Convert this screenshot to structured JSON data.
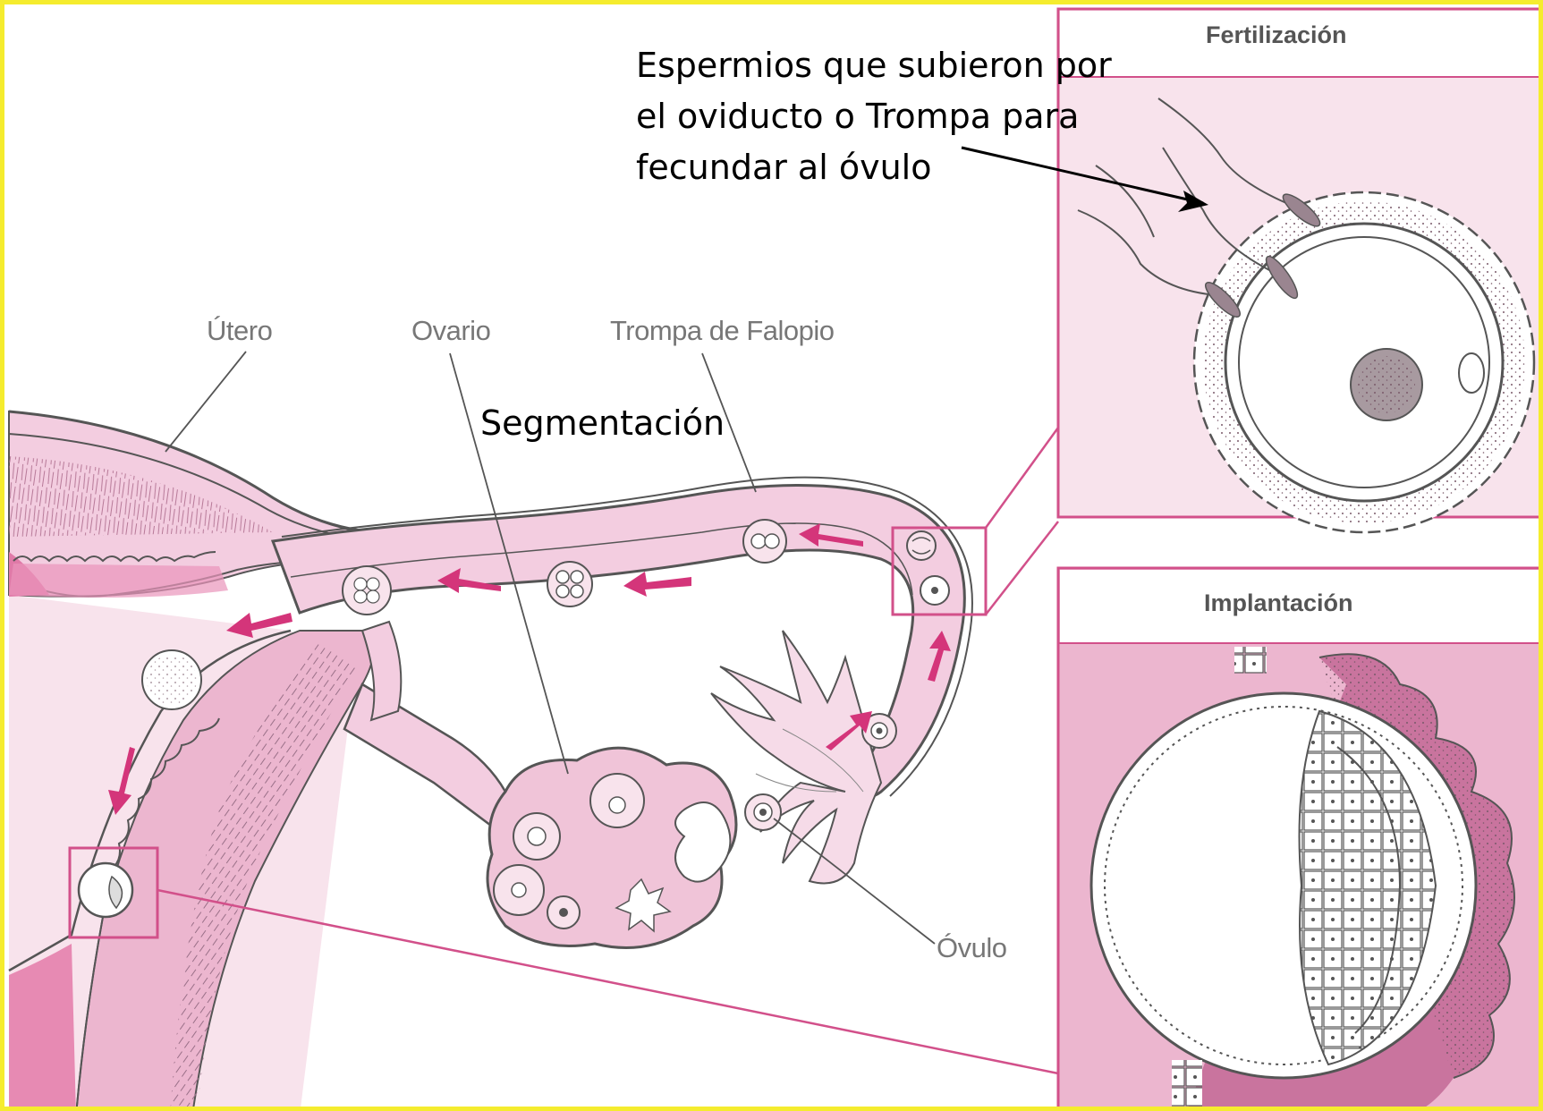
{
  "labels": {
    "utero": "Útero",
    "ovario": "Ovario",
    "trompa": "Trompa de Falopio",
    "ovulo": "Óvulo",
    "segmentacion": "Segmentación"
  },
  "annotation": {
    "lines": [
      "Espermios que subieron por",
      "el oviducto o Trompa para",
      "fecundar al óvulo"
    ]
  },
  "panels": {
    "fertilizacion": {
      "title": "Fertilización"
    },
    "implantacion": {
      "title": "Implantación"
    }
  },
  "colors": {
    "border": "#f5ec2e",
    "magenta": "#d2508a",
    "pink_light": "#f6dbe8",
    "pink_mid": "#eaa6c6",
    "pink_dark": "#c85a8e",
    "arrow": "#d4357a"
  }
}
